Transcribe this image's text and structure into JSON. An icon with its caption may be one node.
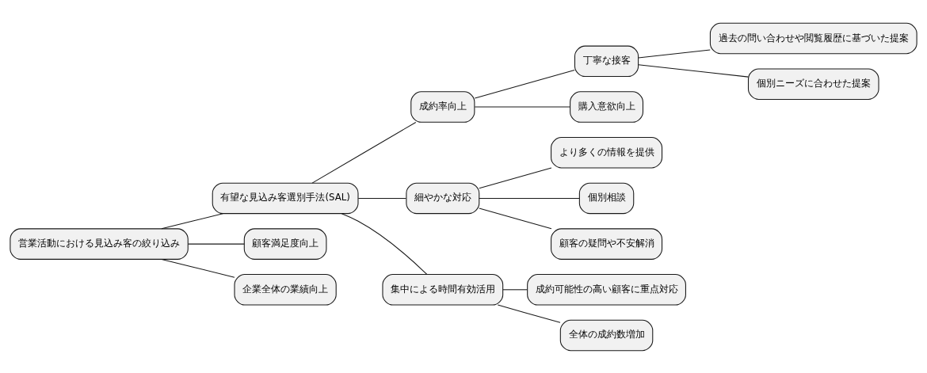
{
  "diagram": {
    "nodes": [
      {
        "text": [
          "営業活動における見込み客の絞り込み"
        ]
      },
      {
        "text": [
          "有望な見込み客選別手法(SAL)"
        ]
      },
      {
        "text": [
          "成約率向上"
        ]
      },
      {
        "text": [
          "丁寧な接客"
        ]
      },
      {
        "text": [
          "過去の問い合わせや閲覧履歴に基づいた提案"
        ]
      },
      {
        "text": [
          "個別ニーズに合わせた提案"
        ]
      },
      {
        "text": [
          "購入意欲向上"
        ]
      },
      {
        "text": [
          "細やかな対応"
        ]
      },
      {
        "text": [
          "より多くの情報を提供"
        ]
      },
      {
        "text": [
          "個別相談"
        ]
      },
      {
        "text": [
          "顧客の疑問や不安解消"
        ]
      },
      {
        "text": [
          "集中による時間有効活用"
        ]
      },
      {
        "text": [
          "成約可能性の高い顧客に重点対応"
        ]
      },
      {
        "text": [
          "全体の成約数増加"
        ]
      },
      {
        "text": [
          "顧客満足度向上"
        ]
      },
      {
        "text": [
          "企業全体の業績向上"
        ]
      }
    ],
    "edges": [
      {
        "from": 0,
        "to": 1,
        "arrow": "none"
      },
      {
        "from": 1,
        "to": 2,
        "arrow": "none"
      },
      {
        "from": 2,
        "to": 3,
        "arrow": "none"
      },
      {
        "from": 3,
        "to": 4,
        "arrow": "none"
      },
      {
        "from": 3,
        "to": 5,
        "arrow": "none"
      },
      {
        "from": 2,
        "to": 6,
        "arrow": "none"
      },
      {
        "from": 1,
        "to": 7,
        "arrow": "none"
      },
      {
        "from": 7,
        "to": 8,
        "arrow": "none"
      },
      {
        "from": 7,
        "to": 9,
        "arrow": "none"
      },
      {
        "from": 7,
        "to": 10,
        "arrow": "none"
      },
      {
        "from": 1,
        "to": 11,
        "arrow": "none"
      },
      {
        "from": 11,
        "to": 12,
        "arrow": "none"
      },
      {
        "from": 11,
        "to": 13,
        "arrow": "none"
      },
      {
        "from": 0,
        "to": 14,
        "arrow": "none"
      },
      {
        "from": 0,
        "to": 15,
        "arrow": "none"
      }
    ]
  }
}
